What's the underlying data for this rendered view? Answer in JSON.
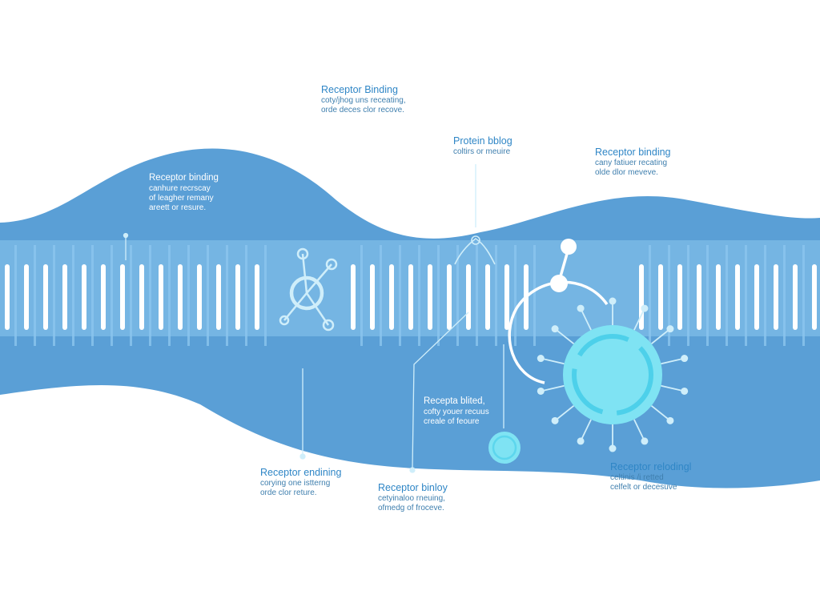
{
  "colors": {
    "band": "#5a9fd6",
    "band_light": "#8cc6ee",
    "rung": "#ffffff",
    "cell_fill": "#7fe3f3",
    "cell_ring": "#4dd0ea",
    "connector": "#cfeefa",
    "text_heading": "#2f86c6",
    "text_body": "#3f7fae"
  },
  "labels": [
    {
      "id": "top-center",
      "title": "Receptor Binding",
      "lines": [
        "coty/jhog uns receating,",
        "orde deces clor recove."
      ]
    },
    {
      "id": "protein",
      "title": "Protein bblog",
      "lines": [
        "coltirs or meuire"
      ]
    },
    {
      "id": "top-right",
      "title": "Receptor binding",
      "lines": [
        "cany fatiuer recating",
        "olde dlor meveve."
      ]
    },
    {
      "id": "left-band",
      "title": "Receptor binding",
      "lines": [
        "canhure recrscay",
        "of leagher remany",
        "areett or resure."
      ]
    },
    {
      "id": "center-band",
      "title": "Recepta blited,",
      "lines": [
        "cofty youer recuus",
        "creale of feoure"
      ]
    },
    {
      "id": "bottom-left",
      "title": "Receptor endining",
      "lines": [
        "corying one istterng",
        "orde clor reture."
      ]
    },
    {
      "id": "bottom-center",
      "title": "Receptor binloy",
      "lines": [
        "cetyinaloo rneuing,",
        "ofmedg of froceve."
      ]
    },
    {
      "id": "bottom-right",
      "title": "Receptor relodingl",
      "lines": [
        "celtinis /i retted",
        "celfelt or decesuve"
      ]
    }
  ],
  "icons": [
    "small-molecule-icon",
    "receptor-cell-icon",
    "vesicle-icon",
    "binding-hook-icon"
  ]
}
